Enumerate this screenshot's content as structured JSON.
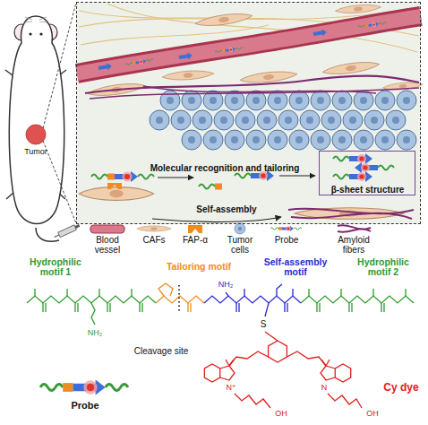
{
  "diagram": {
    "nodes": [
      {
        "text": [
          "Molecular recognition and tailoring",
          "Self-assembly"
        ]
      },
      {
        "text": [
          "β-sheet structure"
        ],
        "in": 0
      }
    ],
    "labels": [
      "Tumor",
      "Hydrophilic motif 1",
      "Tailoring motif",
      "Self-assembly motif",
      "Hydrophilic motif 2",
      "NH₂",
      "NH₂",
      "S",
      "Cleavage site",
      "N⁺",
      "N",
      "OH",
      "OH",
      "Probe",
      "Cy dye"
    ],
    "legend": [
      {
        "text": "Blood vessel"
      },
      {
        "text": "CAFs"
      },
      {
        "text": "FAP-α"
      },
      {
        "text": "Tumor cells"
      },
      {
        "text": "Probe"
      },
      {
        "text": "Amyloid fibers"
      }
    ]
  }
}
